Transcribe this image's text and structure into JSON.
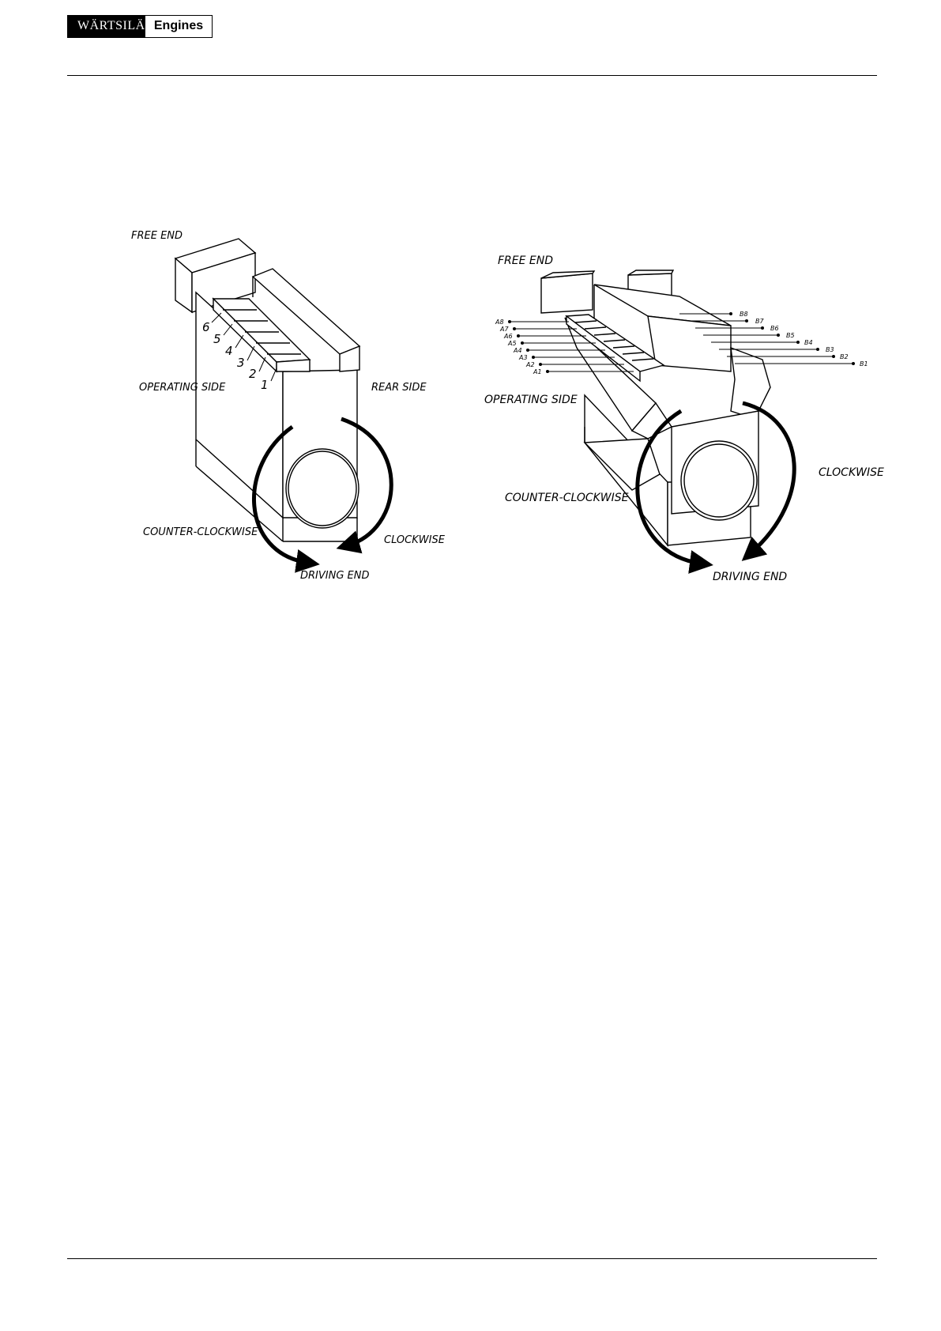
{
  "header": {
    "brand": "WÄRTSILÄ",
    "product": "Engines"
  },
  "left_figure": {
    "free_end": "FREE END",
    "operating_side": "OPERATING SIDE",
    "rear_side": "REAR SIDE",
    "counter_clockwise": "COUNTER-CLOCKWISE",
    "clockwise": "CLOCKWISE",
    "driving_end": "DRIVING END",
    "cylinders": [
      "1",
      "2",
      "3",
      "4",
      "5",
      "6"
    ]
  },
  "right_figure": {
    "free_end": "FREE END",
    "operating_side": "OPERATING SIDE",
    "counter_clockwise": "COUNTER-CLOCKWISE",
    "clockwise": "CLOCKWISE",
    "driving_end": "DRIVING END",
    "bank_a": [
      "A8",
      "A7",
      "A6",
      "A5",
      "A4",
      "A3",
      "A2",
      "A1"
    ],
    "bank_b": [
      "B8",
      "B7",
      "B6",
      "B5",
      "B4",
      "B3",
      "B2",
      "B1"
    ]
  }
}
